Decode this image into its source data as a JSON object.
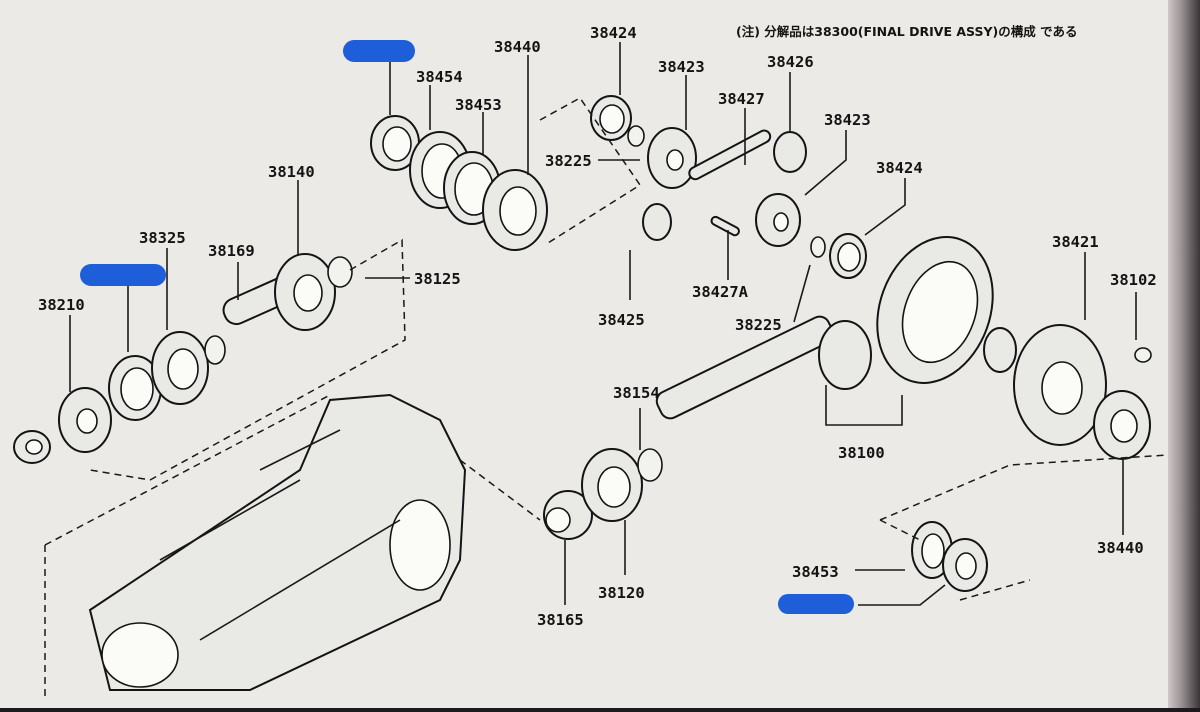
{
  "diagram": {
    "note": "(注) 分解品は38300(FINAL DRIVE ASSY)の構成 である",
    "labels": {
      "p38440_top": "38440",
      "p38424_top": "38424",
      "p38423_a": "38423",
      "p38426": "38426",
      "p38454": "38454",
      "p38453_top": "38453",
      "p38427": "38427",
      "p38423_b": "38423",
      "p38225_a": "38225",
      "p38424_b": "38424",
      "p38140": "38140",
      "p38325": "38325",
      "p38169": "38169",
      "p38125": "38125",
      "p38210": "38210",
      "p38425": "38425",
      "p38427a": "38427A",
      "p38225_b": "38225",
      "p38421": "38421",
      "p38102": "38102",
      "p38154": "38154",
      "p38100": "38100",
      "p38440_bot": "38440",
      "p38120": "38120",
      "p38165": "38165",
      "p38453_bot": "38453"
    },
    "colors": {
      "paper": "#eceae6",
      "ink": "#141414",
      "redaction": "#1e5ed8",
      "screen_edge": "#1c1a1d"
    }
  }
}
